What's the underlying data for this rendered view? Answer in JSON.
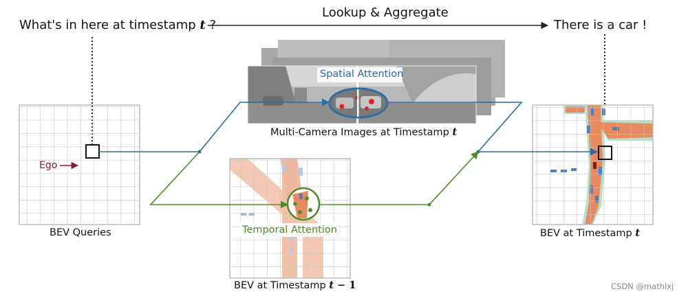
{
  "header": {
    "question_text": "What's in here at timestamp ",
    "question_var": "t",
    "question_end": " ?",
    "lookup_label": "Lookup & Aggregate",
    "answer_text": "There is a car !"
  },
  "labels": {
    "bev_queries": "BEV Queries",
    "ego": "Ego",
    "spatial_attention": "Spatial Attention",
    "temporal_attention": "Temporal Attention",
    "multi_camera_text": "Multi-Camera Images at Timestamp ",
    "multi_camera_var": "t",
    "bev_prev_text": "BEV at Timestamp ",
    "bev_prev_var": "t",
    "bev_prev_suffix": " − 1",
    "bev_curr_text": "BEV at Timestamp ",
    "bev_curr_var": "t"
  },
  "watermark": "CSDN @mathlxj",
  "colors": {
    "spatial_blue": "#2e6ca4",
    "temporal_green": "#4f8a2d",
    "ego_red": "#8b1a2e",
    "road_orange": "#e88a5e",
    "grid_gray": "#c8c8c8"
  }
}
